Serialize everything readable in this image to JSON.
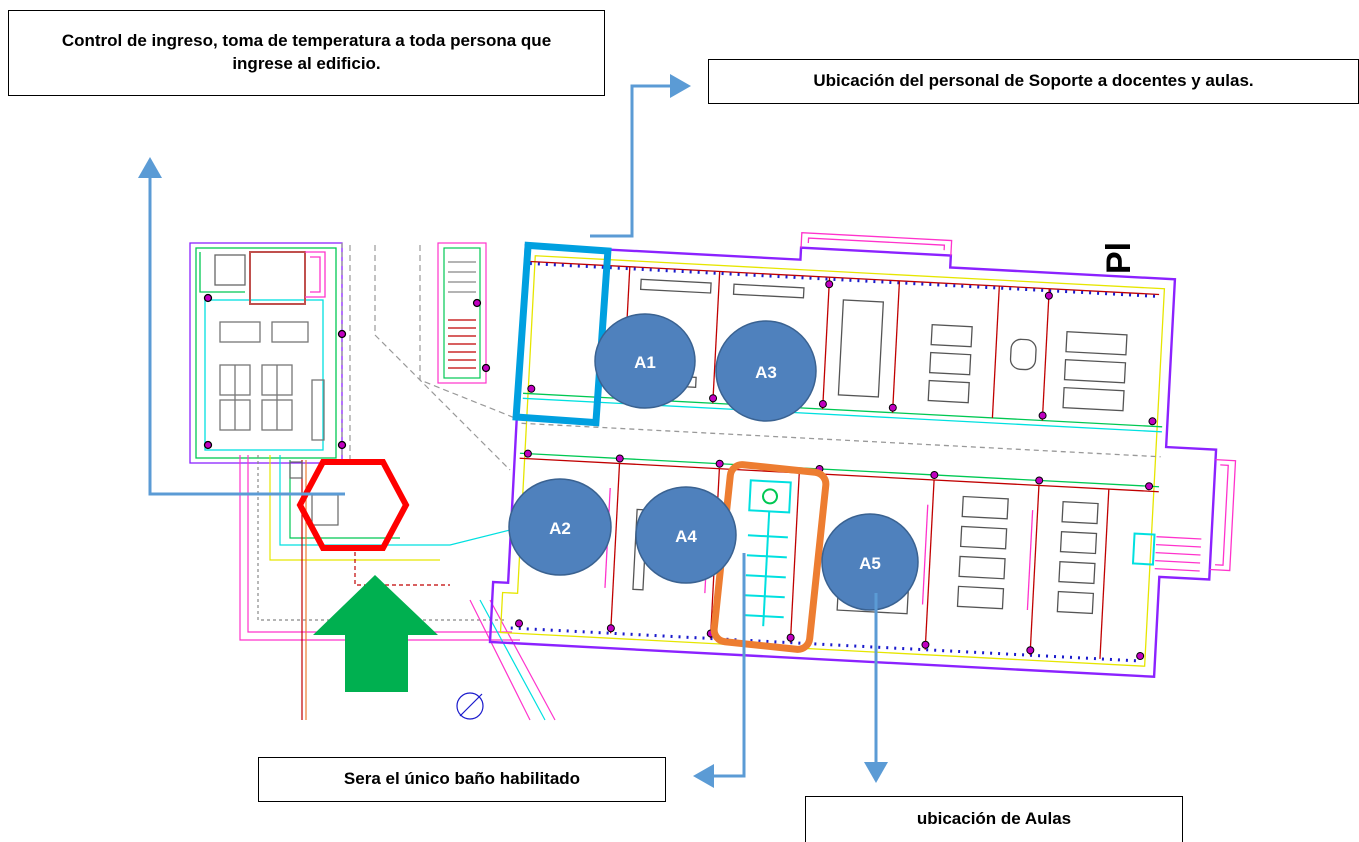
{
  "callouts": {
    "entrance_control": "Control de ingreso, toma de temperatura a toda persona que ingrese al edificio.",
    "support_staff": "Ubicación del personal de Soporte a docentes y aulas.",
    "bathroom": "Sera el único baño habilitado",
    "classrooms": "ubicación de Aulas"
  },
  "zones": [
    "A1",
    "A2",
    "A3",
    "A4",
    "A5"
  ],
  "side_label": "Pl",
  "colors": {
    "zone_fill": "#4f81bd",
    "zone_stroke": "#3a6291",
    "arrow": "#5b9bd5",
    "entrance_hexagon": "#ff0000",
    "support_box": "#00a0e0",
    "bathroom_box": "#ed7d31",
    "entry_arrow": "#00b050",
    "wall_purple": "#8b22ff",
    "wall_magenta": "#ff33cc",
    "wall_cyan": "#00e0e0",
    "wall_yellow": "#e6e600"
  }
}
